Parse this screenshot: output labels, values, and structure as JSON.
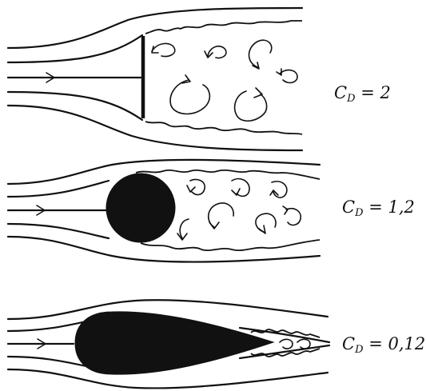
{
  "panels": [
    {
      "id": "flat-plate",
      "cd_symbol": "C",
      "cd_subscript": "D",
      "cd_value": "= 2"
    },
    {
      "id": "sphere",
      "cd_symbol": "C",
      "cd_subscript": "D",
      "cd_value": "= 1,2"
    },
    {
      "id": "streamlined-body",
      "cd_symbol": "C",
      "cd_subscript": "D",
      "cd_value": "= 0,12"
    }
  ],
  "colors": {
    "ink": "#111111",
    "background": "#ffffff"
  }
}
